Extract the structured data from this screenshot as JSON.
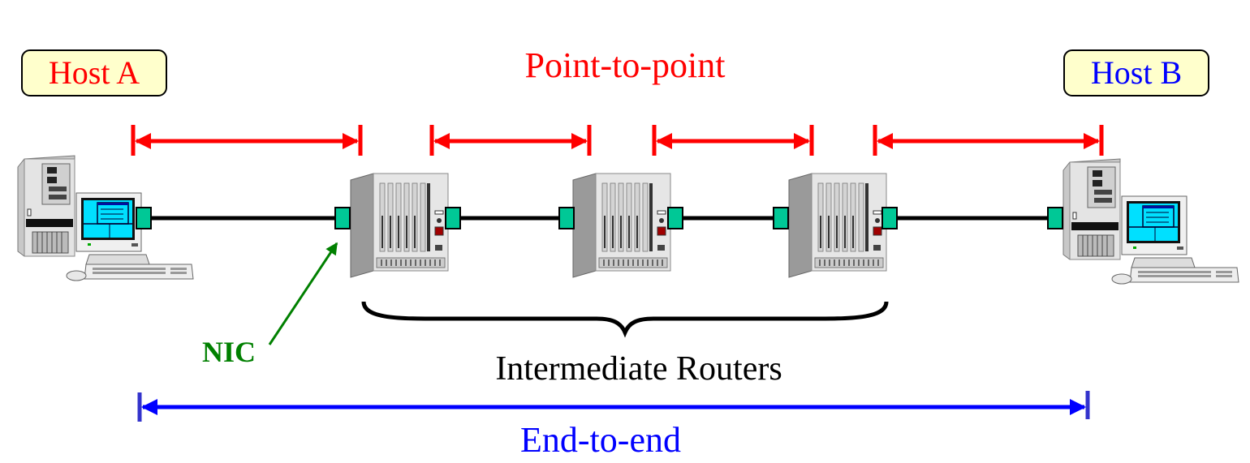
{
  "title": "Point-to-point",
  "hosts": [
    {
      "id": "host-a",
      "label": "Host A",
      "color": "#ff0000"
    },
    {
      "id": "host-b",
      "label": "Host B",
      "color": "#0000ff"
    }
  ],
  "labels": {
    "point_to_point": "Point-to-point",
    "end_to_end": "End-to-end",
    "intermediate_routers": "Intermediate Routers",
    "nic": "NIC"
  },
  "colors": {
    "point_to_point": "#ff0000",
    "end_to_end": "#0000ff",
    "nic": "#008000",
    "nic_fill": "#00c896",
    "host_box_fill": "#ffffcc",
    "link": "#000000"
  },
  "routers_count": 3,
  "point_to_point_segments": 4,
  "icons": {
    "host_computer": "desktop-computer-icon",
    "router": "router-chassis-icon",
    "nic": "network-interface-card-icon"
  }
}
